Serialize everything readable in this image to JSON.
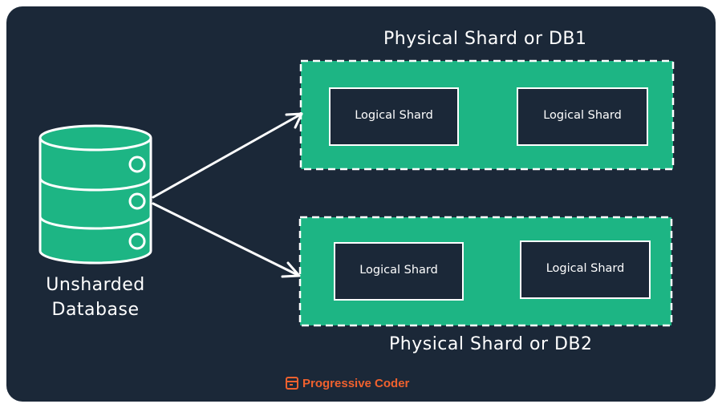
{
  "colors": {
    "background": "#1b2838",
    "shard_green": "#1db584",
    "stroke": "#ffffff",
    "brand": "#f0612e"
  },
  "database": {
    "icon": "database-cylinder-icon",
    "label_line1": "Unsharded",
    "label_line2": "Database"
  },
  "physical_shards": [
    {
      "label": "Physical Shard or DB1",
      "logical_shards": [
        "Logical Shard",
        "Logical Shard"
      ]
    },
    {
      "label": "Physical Shard or DB2",
      "logical_shards": [
        "Logical Shard",
        "Logical Shard"
      ]
    }
  ],
  "brand": {
    "icon": "terminal-window-icon",
    "name": "Progressive Coder"
  }
}
